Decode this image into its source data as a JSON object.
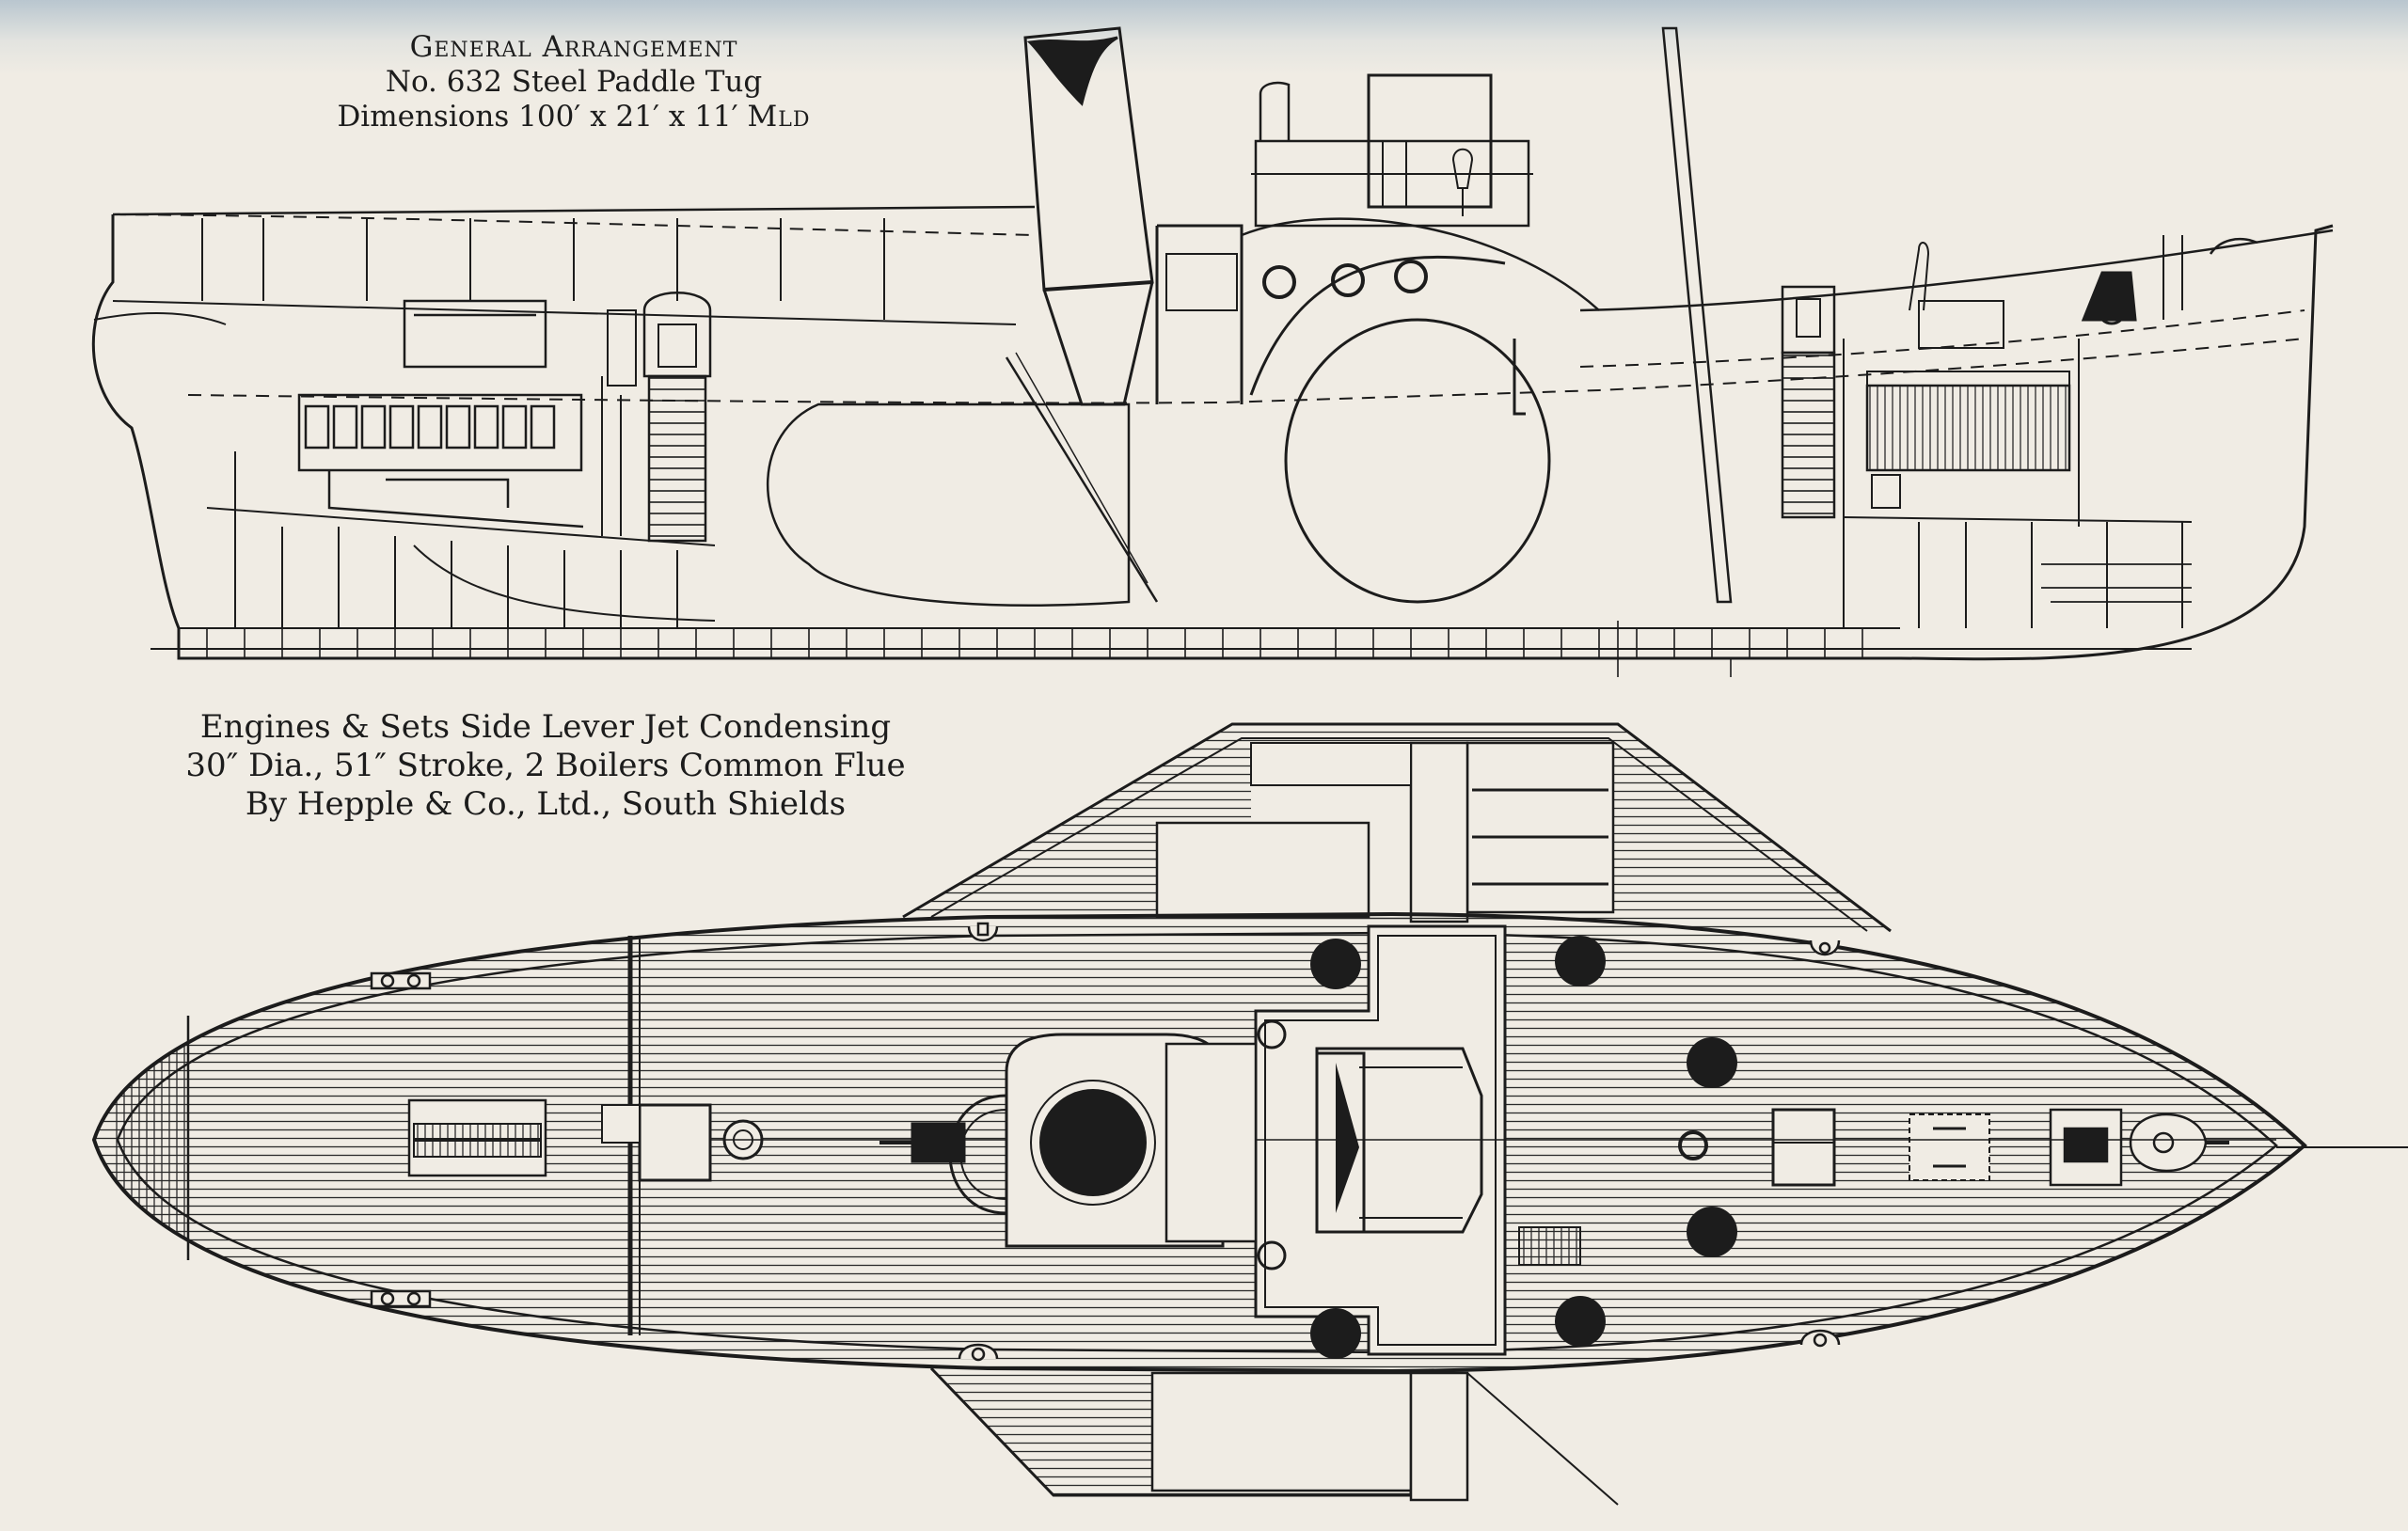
{
  "captions": {
    "top": {
      "line1": "General Arrangement",
      "line2": "No. 632 Steel Paddle Tug",
      "line3_prefix": "Dimensions 100′ x 21′ x 11′ ",
      "line3_suffix": "Mld"
    },
    "middle": {
      "line1": "Engines & Sets Side Lever Jet Condensing",
      "line2": "30″ Dia., 51″ Stroke, 2 Boilers Common Flue",
      "line3": "By Hepple & Co., Ltd., South Shields"
    }
  },
  "colors": {
    "paper": "#f0ece4",
    "ink": "#1c1c1c"
  }
}
